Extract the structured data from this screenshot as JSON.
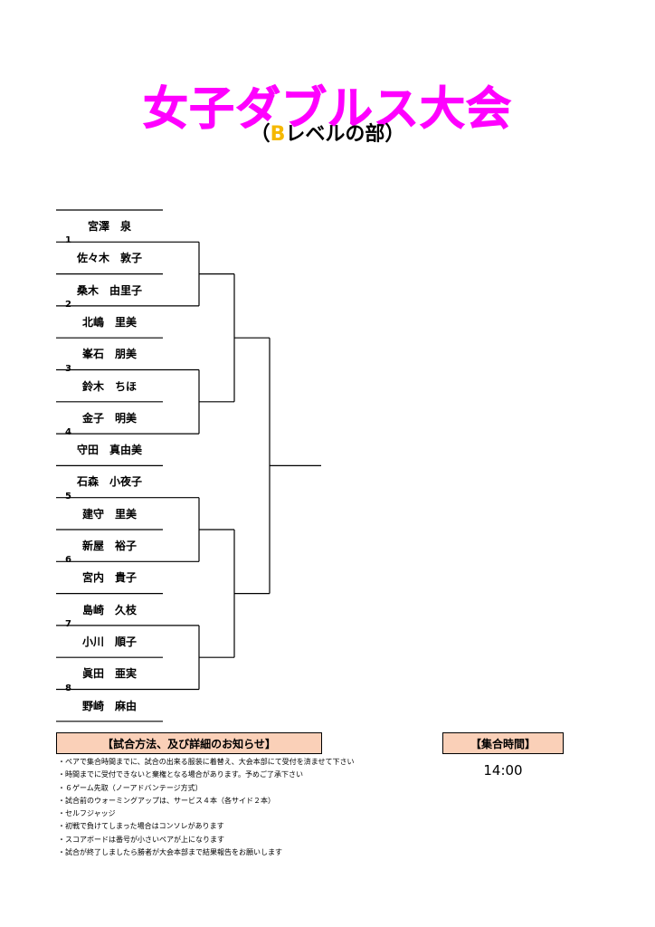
{
  "title": "女子ダブルス大会",
  "subtitle": {
    "open": "（",
    "level": "B",
    "rest": "レベルの部）"
  },
  "bracket": [
    {
      "seed": "1",
      "players": [
        "宮澤　泉",
        "佐々木　敦子"
      ]
    },
    {
      "seed": "2",
      "players": [
        "桑木　由里子",
        "北嶋　里美"
      ]
    },
    {
      "seed": "3",
      "players": [
        "峯石　朋美",
        "鈴木　ちほ"
      ]
    },
    {
      "seed": "4",
      "players": [
        "金子　明美",
        "守田　真由美"
      ]
    },
    {
      "seed": "5",
      "players": [
        "石森　小夜子",
        "建守　里美"
      ]
    },
    {
      "seed": "6",
      "players": [
        "新屋　裕子",
        "宮内　貴子"
      ]
    },
    {
      "seed": "7",
      "players": [
        "島崎　久枝",
        "小川　順子"
      ]
    },
    {
      "seed": "8",
      "players": [
        "眞田　亜実",
        "野崎　麻由"
      ]
    }
  ],
  "notice": {
    "heading": "【試合方法、及び詳細のお知らせ】",
    "items": [
      "・ペアで集合時間までに、試合の出来る服装に着替え、大会本部にて受付を済ませて下さい",
      "・時間までに受付できないと棄権となる場合があります。予めご了承下さい",
      "・６ゲーム先取（ノーアドバンテージ方式）",
      "・試合前のウォーミングアップは、サービス４本（各サイド２本）",
      "・セルフジャッジ",
      "・初戦で負けてしまった場合はコンソレがあります",
      "・スコアボードは番号が小さいペアが上になります",
      "・試合が終了しましたら勝者が大会本部まで結果報告をお願いします"
    ]
  },
  "meeting": {
    "heading": "【集合時間】",
    "time": "14:00"
  },
  "colors": {
    "title": "#ff00ff",
    "level": "#f5b800",
    "box": "#fad0b8"
  }
}
